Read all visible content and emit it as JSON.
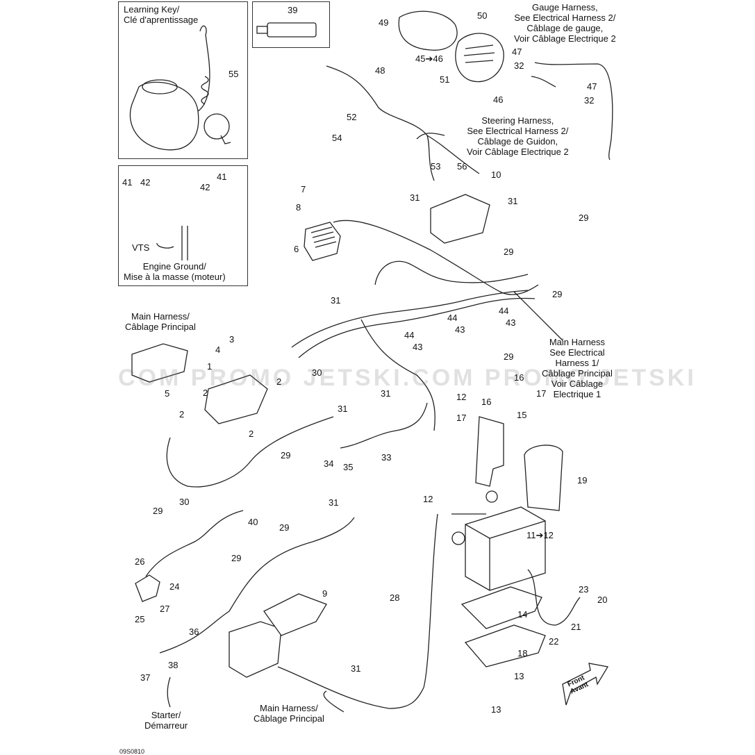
{
  "figure_code": "09S0810",
  "watermark": "COM PROMO JETSKI.COM PROMO JETSKI",
  "notes": {
    "learning_key": [
      "Learning Key/",
      "Clé d'aprentissage"
    ],
    "gauge_harness": [
      "Gauge Harness,",
      "See Electrical Harness 2/",
      "Câblage de gauge,",
      "Voir Câblage Electrique 2"
    ],
    "steering_harness": [
      "Steering Harness,",
      "See Electrical Harness 2/",
      "Câblage de Guidon,",
      "Voir Câblage Electrique 2"
    ],
    "vts": "VTS",
    "engine_ground": [
      "Engine Ground/",
      "Mise à la masse (moteur)"
    ],
    "main_harness_left": [
      "Main Harness/",
      "Câblage Principal"
    ],
    "main_harness_right": [
      "Main Harness",
      "See Electrical",
      "Harness 1/",
      "Câblage Principal",
      "Voir Câblage",
      "Electrique 1"
    ],
    "main_harness_bottom": [
      "Main Harness/",
      "Câblage Principal"
    ],
    "starter": [
      "Starter/",
      "Démarreur"
    ],
    "front": [
      "Front",
      "Avant"
    ]
  },
  "callouts": {
    "c1": "1",
    "c2a": "2",
    "c2b": "2",
    "c2c": "2",
    "c2d": "2",
    "c3": "3",
    "c4": "4",
    "c5": "5",
    "c6": "6",
    "c7": "7",
    "c8": "8",
    "c9": "9",
    "c10": "10",
    "c11": "11➔12",
    "c12a": "12",
    "c12b": "12",
    "c13a": "13",
    "c13b": "13",
    "c14": "14",
    "c15": "15",
    "c16a": "16",
    "c16b": "16",
    "c17a": "17",
    "c17b": "17",
    "c18": "18",
    "c19": "19",
    "c20": "20",
    "c21": "21",
    "c22": "22",
    "c23": "23",
    "c24": "24",
    "c25": "25",
    "c26": "26",
    "c27": "27",
    "c28": "28",
    "c29a": "29",
    "c29b": "29",
    "c29c": "29",
    "c29d": "29",
    "c29e": "29",
    "c29f": "29",
    "c29g": "29",
    "c29h": "29",
    "c30a": "30",
    "c30b": "30",
    "c31a": "31",
    "c31b": "31",
    "c31c": "31",
    "c31d": "31",
    "c31e": "31",
    "c31f": "31",
    "c31g": "31",
    "c32a": "32",
    "c32b": "32",
    "c33": "33",
    "c34": "34",
    "c35": "35",
    "c36": "36",
    "c37": "37",
    "c38": "38",
    "c39": "39",
    "c40": "40",
    "c41a": "41",
    "c41b": "41",
    "c42a": "42",
    "c42b": "42",
    "c43a": "43",
    "c43b": "43",
    "c43c": "43",
    "c44a": "44",
    "c44b": "44",
    "c44c": "44",
    "c45": "45➔46",
    "c46": "46",
    "c47a": "47",
    "c47b": "47",
    "c48": "48",
    "c49": "49",
    "c50": "50",
    "c51": "51",
    "c52": "52",
    "c53": "53",
    "c54": "54",
    "c55": "55",
    "c56": "56"
  }
}
